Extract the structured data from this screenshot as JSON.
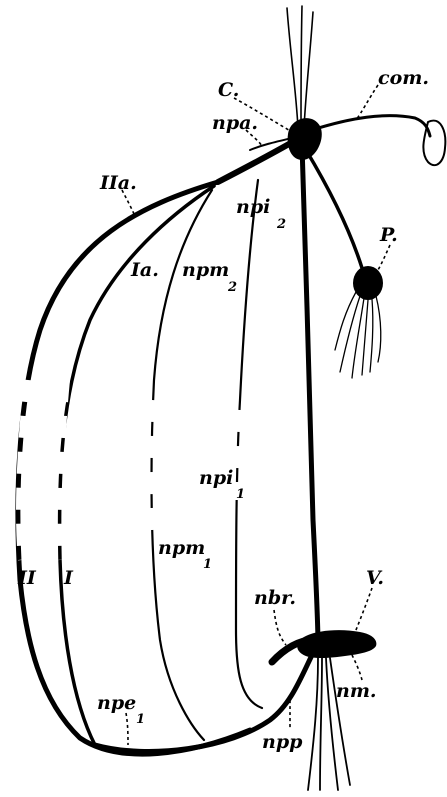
{
  "labels": {
    "com": "com.",
    "c": "C.",
    "npa": "npa.",
    "iia": "IIa.",
    "npi2_main": "npi",
    "npi2_sub": "2",
    "p": "P.",
    "ia": "Ia.",
    "npm2_main": "npm",
    "npm2_sub": "2",
    "npi1_main": "npi",
    "npi1_sub": "1",
    "npm1_main": "npm",
    "npm1_sub": "1",
    "ii": "II",
    "i": "I",
    "nbr": "nbr.",
    "v": "V.",
    "nm": "nm.",
    "npe1_main": "npe",
    "npe1_sub": "1",
    "npp": "npp"
  }
}
